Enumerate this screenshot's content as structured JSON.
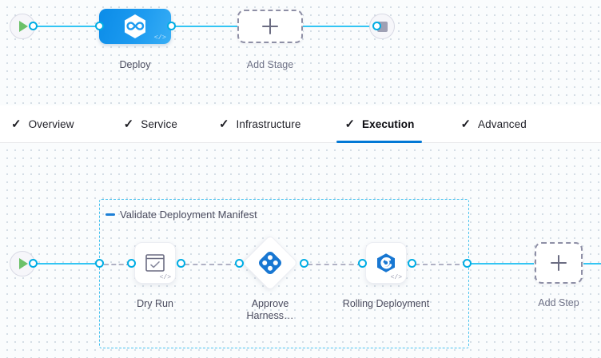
{
  "app": {
    "name": "pipeline-studio",
    "colors": {
      "accent_blue": "#0278d5",
      "wire_blue": "#33c5f3",
      "port_blue": "#00ade4",
      "stage_blue": "#1d9bf0",
      "group_border": "#4cc3ef",
      "canvas_bg": "#fafcfd",
      "dot_grid": "#c9d4de",
      "play_green": "#6cc169",
      "stop_gray": "#9fa0b4",
      "dashed_gray": "#8e8fa6"
    }
  },
  "stage_canvas": {
    "start_node": {
      "name": "pipeline-start",
      "icon": "play-icon"
    },
    "end_node": {
      "name": "pipeline-end",
      "icon": "stop-icon"
    },
    "stages": [
      {
        "label": "Deploy",
        "icon": "harness-hexagon-icon",
        "code_tag": "</>",
        "selected": true
      }
    ],
    "add_stage": {
      "label": "Add Stage",
      "icon": "plus-icon"
    }
  },
  "tabs": {
    "items": [
      {
        "label": "Overview",
        "tick": "✓",
        "active": false
      },
      {
        "label": "Service",
        "tick": "✓",
        "active": false
      },
      {
        "label": "Infrastructure",
        "tick": "✓",
        "active": false
      },
      {
        "label": "Execution",
        "tick": "✓",
        "active": true
      },
      {
        "label": "Advanced",
        "tick": "✓",
        "active": false
      }
    ]
  },
  "execution_canvas": {
    "start_node": {
      "name": "execution-start",
      "icon": "play-icon"
    },
    "group": {
      "title": "Validate Deployment Manifest",
      "collapse_icon": "collapse-dash-icon"
    },
    "steps": [
      {
        "label": "Dry Run",
        "icon": "checklist-window-icon",
        "shape": "rounded",
        "code_tag": "</>"
      },
      {
        "label": "Approve Harness…",
        "icon": "harness-approval-icon",
        "shape": "diamond",
        "code_tag": ""
      },
      {
        "label": "Rolling Deployment",
        "icon": "rolling-deployment-icon",
        "shape": "rounded",
        "code_tag": "</>"
      }
    ],
    "add_step": {
      "label": "Add Step",
      "icon": "plus-icon"
    }
  }
}
